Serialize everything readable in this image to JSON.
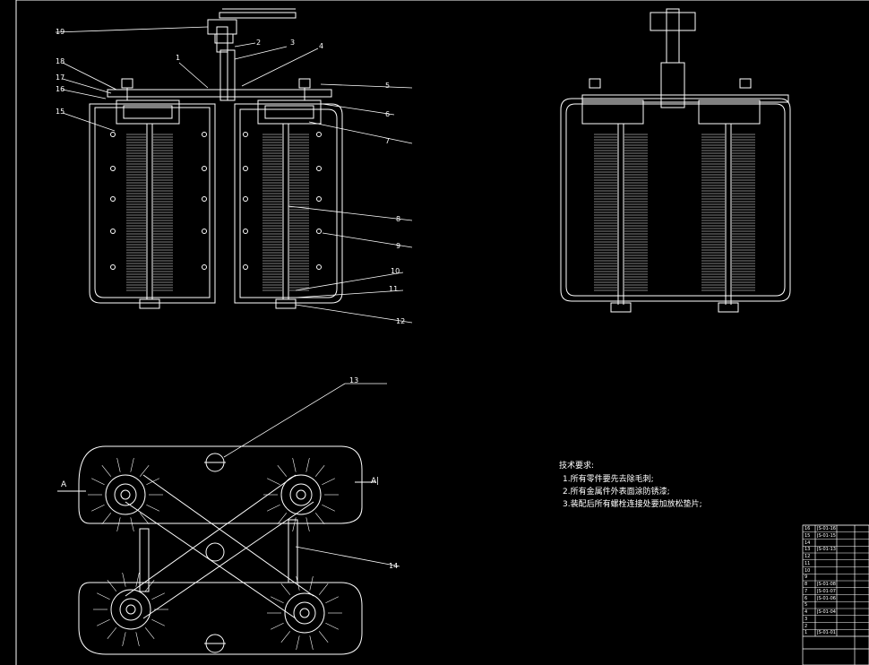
{
  "tech_requirements": {
    "title": "技术要求:",
    "items": [
      "1.所有零件要先去除毛刺;",
      "2.所有金属件外表面涂防锈漆;",
      "3.装配后所有螺栓连接处要加放松垫片;"
    ]
  },
  "callouts": [
    "1",
    "2",
    "3",
    "4",
    "5",
    "6",
    "7",
    "8",
    "9",
    "10",
    "11",
    "12",
    "13",
    "14",
    "15",
    "16",
    "17",
    "18",
    "19"
  ],
  "section_marks": {
    "left": "A",
    "right": "A|"
  },
  "title_block": {
    "rows": [
      "16",
      "15",
      "14",
      "13",
      "12",
      "11",
      "10",
      "9",
      "8",
      "7",
      "6",
      "5",
      "4",
      "3",
      "2",
      "1"
    ],
    "codes": [
      "JS-01-16",
      "JS-01-15",
      "",
      "JS-01-13",
      "",
      "",
      "",
      "",
      "JS-01-08",
      "JS-01-07",
      "JS-01-06",
      "",
      "JS-01-04",
      "",
      "",
      "JS-01-01"
    ]
  },
  "colors": {
    "background": "#000000",
    "lines": "#ffffff",
    "accent": "#ffffff"
  }
}
